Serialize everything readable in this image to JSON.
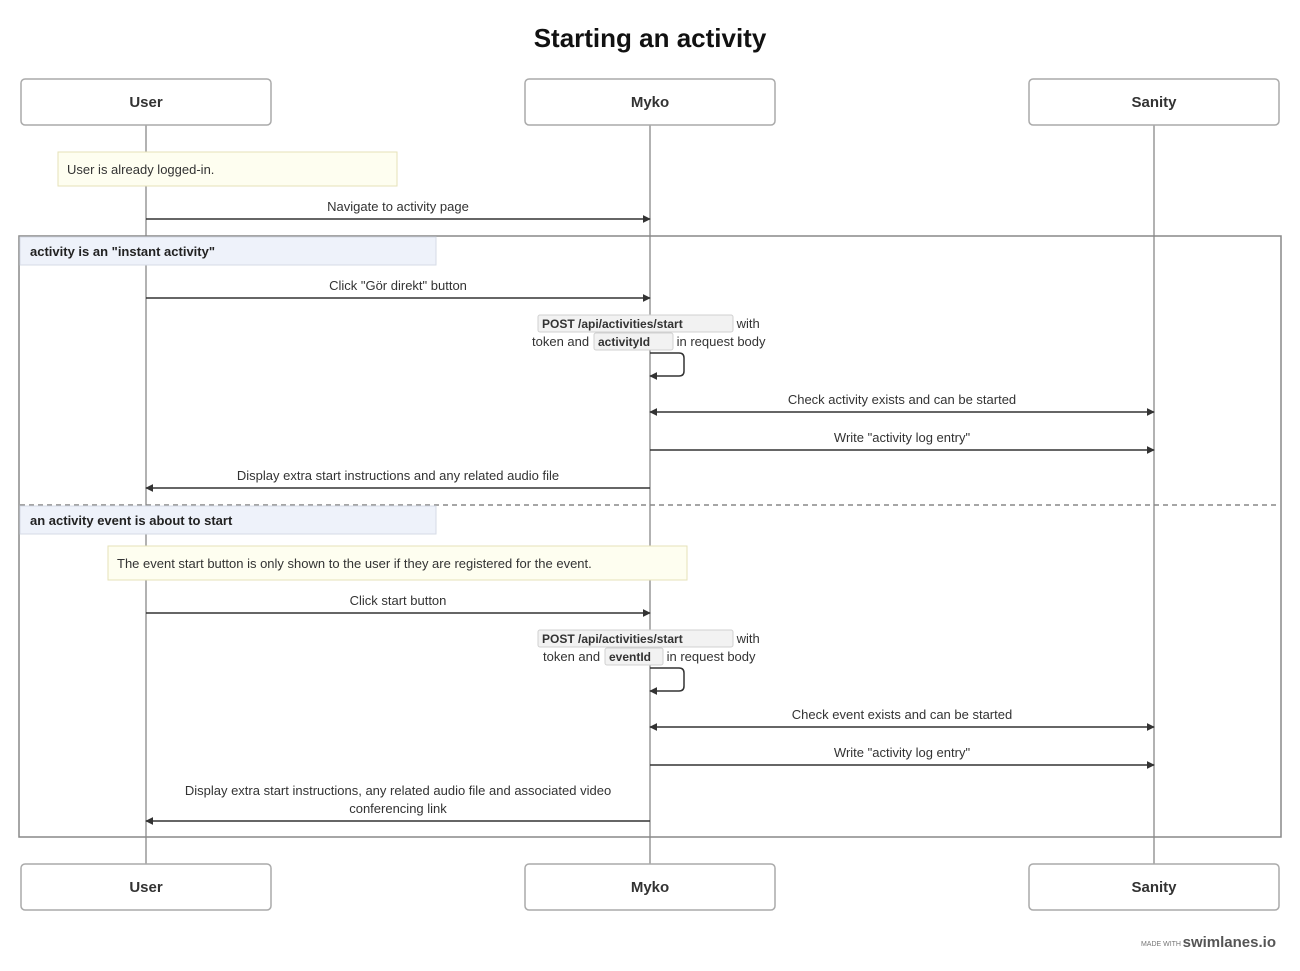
{
  "title": "Starting an activity",
  "participants": [
    {
      "id": "user",
      "label": "User"
    },
    {
      "id": "myko",
      "label": "Myko"
    },
    {
      "id": "sanity",
      "label": "Sanity"
    }
  ],
  "notes": [
    {
      "id": "note1",
      "text": "User is already logged-in."
    },
    {
      "id": "note2",
      "text": "The event start button is only shown to the user if they are registered for the event."
    }
  ],
  "messages": [
    {
      "id": "m1",
      "text": "Navigate to activity page"
    },
    {
      "id": "m2",
      "text": "Click \"Gör direkt\" button"
    },
    {
      "id": "m3",
      "code1": "POST /api/activities/start",
      "after1": " with",
      "before2": "token and ",
      "code2": "activityId",
      "after2": " in request body"
    },
    {
      "id": "m4",
      "text": "Check activity exists and can be started"
    },
    {
      "id": "m5",
      "text": "Write \"activity log entry\""
    },
    {
      "id": "m6",
      "text": "Display extra start instructions and any related audio file"
    },
    {
      "id": "m7",
      "text": "Click start button"
    },
    {
      "id": "m8",
      "code1": "POST /api/activities/start",
      "after1": " with",
      "before2": "token and ",
      "code2": "eventId",
      "after2": " in request body"
    },
    {
      "id": "m9",
      "text": "Check event exists and can be started"
    },
    {
      "id": "m10",
      "text": "Write \"activity log entry\""
    },
    {
      "id": "m11",
      "line1": "Display extra start instructions, any related audio file and associated video",
      "line2": "conferencing link"
    }
  ],
  "alt_group": {
    "branches": [
      {
        "label": "activity is an \"instant activity\""
      },
      {
        "label": "an activity event is about to start"
      }
    ]
  },
  "footer": {
    "made_with": "MADE WITH",
    "brand": "swimlanes.io"
  },
  "colors": {
    "lifeline": "#999999",
    "arrow": "#333333",
    "note_bg": "#fefef0",
    "note_border": "#e6e2b8",
    "group_label_bg": "#eef2fa"
  }
}
